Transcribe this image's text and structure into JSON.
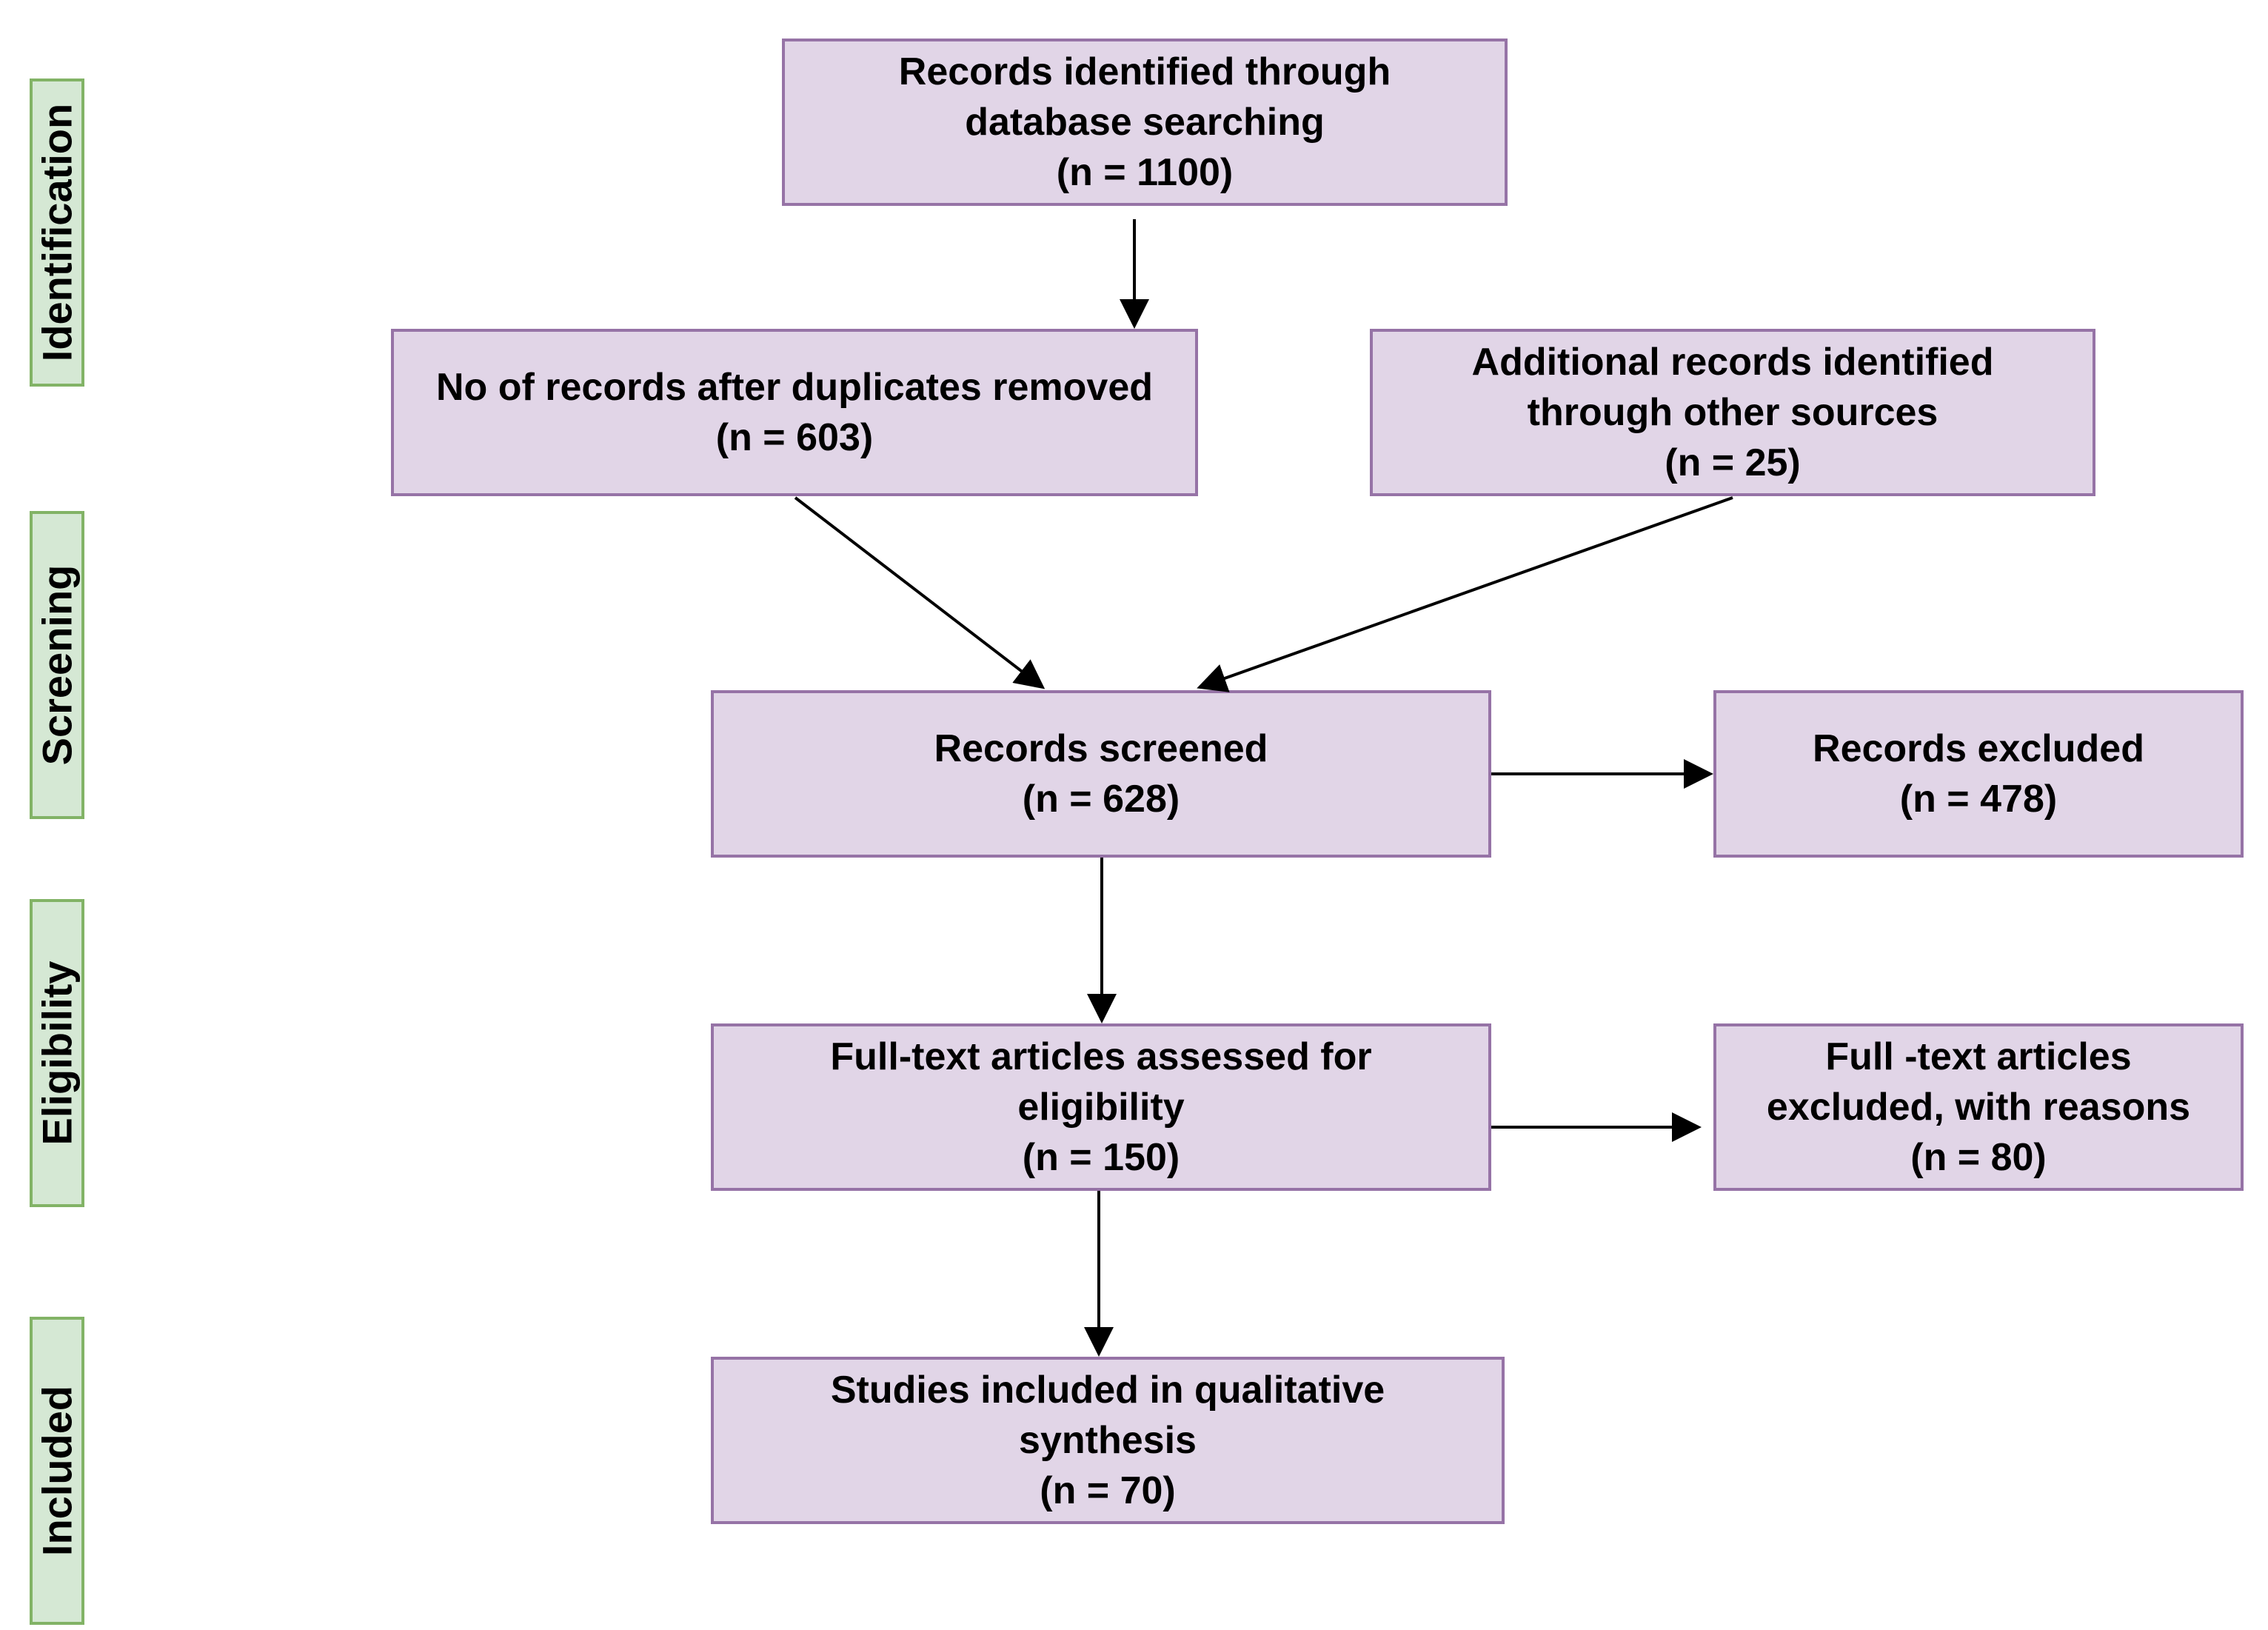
{
  "stages": [
    {
      "id": "identification",
      "label": "Identification"
    },
    {
      "id": "screening",
      "label": "Screening"
    },
    {
      "id": "eligibility",
      "label": "Eligibility"
    },
    {
      "id": "included",
      "label": "Included"
    }
  ],
  "boxes": {
    "database": {
      "lines": [
        "Records identified through",
        "database searching",
        "(n = 1100)"
      ]
    },
    "duplicates": {
      "lines": [
        "No of records after duplicates removed",
        "(n = 603)"
      ]
    },
    "additional": {
      "lines": [
        "Additional records identified",
        "through other sources",
        "(n = 25)"
      ]
    },
    "screened": {
      "lines": [
        "Records screened",
        "(n = 628)"
      ]
    },
    "excluded": {
      "lines": [
        "Records excluded",
        "(n = 478)"
      ]
    },
    "fulltext": {
      "lines": [
        "Full-text articles assessed for",
        "eligibility",
        "(n = 150)"
      ]
    },
    "fulltext_excluded": {
      "lines": [
        "Full -text articles",
        "excluded, with reasons",
        "(n = 80)"
      ]
    },
    "included": {
      "lines": [
        "Studies included in qualitative",
        "synthesis",
        "(n = 70)"
      ]
    }
  },
  "colors": {
    "box_fill": "#e1d5e7",
    "box_border": "#9673a6",
    "stage_fill": "#d5e8d4",
    "stage_border": "#82b366",
    "arrow": "#000000"
  }
}
